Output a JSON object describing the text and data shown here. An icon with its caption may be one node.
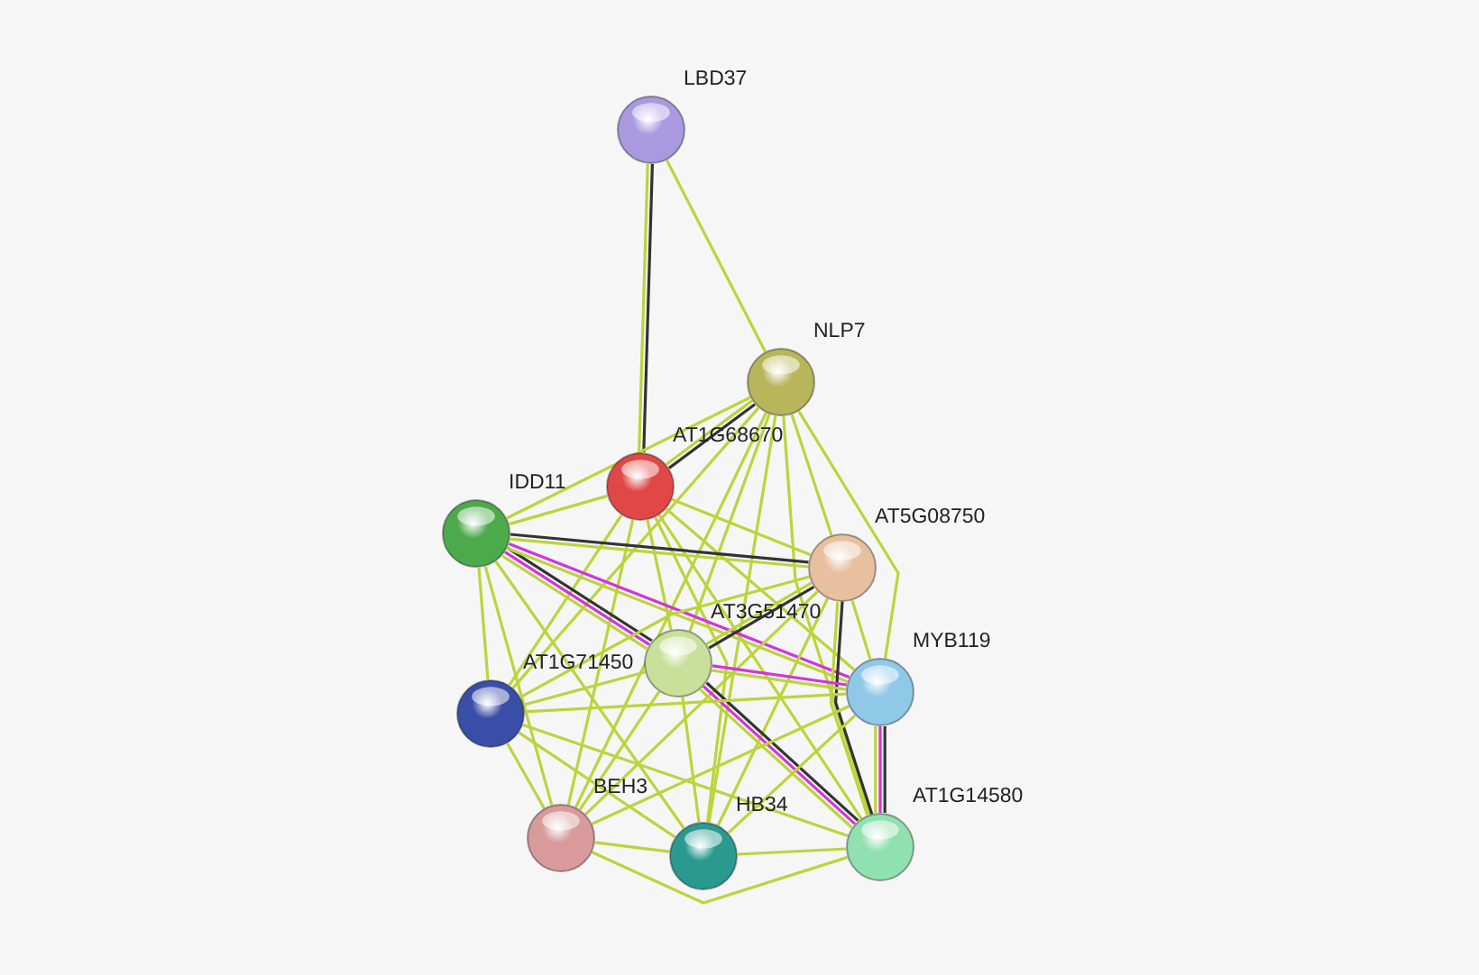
{
  "diagram": {
    "nodes": [
      {
        "text": [
          "LBD37"
        ]
      },
      {
        "text": [
          "NLP7"
        ]
      },
      {
        "text": [
          "AT1G68670"
        ]
      },
      {
        "text": [
          "IDD11"
        ]
      },
      {
        "text": [
          "AT5G08750"
        ]
      },
      {
        "text": [
          "AT3G51470"
        ]
      },
      {
        "text": [
          "MYB119"
        ]
      },
      {
        "text": [
          "AT1G71450"
        ]
      },
      {
        "text": [
          "BEH3"
        ]
      },
      {
        "text": [
          "HB34"
        ]
      },
      {
        "text": [
          "AT1G14580"
        ]
      }
    ],
    "edges": [
      {
        "from": 0,
        "to": 2,
        "arrow": "none",
        "color": "#333333"
      },
      {
        "from": 0,
        "to": 2,
        "arrow": "none"
      },
      {
        "from": 0,
        "to": 1,
        "arrow": "none"
      },
      {
        "from": 1,
        "to": 2,
        "arrow": "none",
        "color": "#333333"
      },
      {
        "from": 1,
        "to": 2,
        "arrow": "none"
      },
      {
        "from": 1,
        "to": 3,
        "arrow": "none"
      },
      {
        "from": 1,
        "to": 5,
        "arrow": "none"
      },
      {
        "from": 1,
        "to": 4,
        "arrow": "none"
      },
      {
        "from": 1,
        "to": 6,
        "arrow": "none"
      },
      {
        "from": 1,
        "to": 10,
        "arrow": "none"
      },
      {
        "from": 1,
        "to": 9,
        "arrow": "none"
      },
      {
        "from": 1,
        "to": 7,
        "arrow": "none"
      },
      {
        "from": 1,
        "to": 8,
        "arrow": "none"
      },
      {
        "from": 2,
        "to": 3,
        "arrow": "none"
      },
      {
        "from": 2,
        "to": 4,
        "arrow": "none"
      },
      {
        "from": 2,
        "to": 5,
        "arrow": "none"
      },
      {
        "from": 2,
        "to": 6,
        "arrow": "none"
      },
      {
        "from": 2,
        "to": 9,
        "arrow": "none"
      },
      {
        "from": 2,
        "to": 7,
        "arrow": "none"
      },
      {
        "from": 2,
        "to": 8,
        "arrow": "none"
      },
      {
        "from": 2,
        "to": 10,
        "arrow": "none"
      },
      {
        "from": 3,
        "to": 4,
        "arrow": "none",
        "color": "#333333"
      },
      {
        "from": 3,
        "to": 4,
        "arrow": "none"
      },
      {
        "from": 3,
        "to": 5,
        "arrow": "none",
        "color": "#333333"
      },
      {
        "from": 3,
        "to": 5,
        "arrow": "none",
        "color": "#d633d6"
      },
      {
        "from": 3,
        "to": 5,
        "arrow": "none"
      },
      {
        "from": 3,
        "to": 6,
        "arrow": "none",
        "color": "#d633d6"
      },
      {
        "from": 3,
        "to": 6,
        "arrow": "none"
      },
      {
        "from": 3,
        "to": 7,
        "arrow": "none"
      },
      {
        "from": 3,
        "to": 8,
        "arrow": "none"
      },
      {
        "from": 3,
        "to": 9,
        "arrow": "none"
      },
      {
        "from": 4,
        "to": 5,
        "arrow": "none",
        "color": "#333333"
      },
      {
        "from": 4,
        "to": 5,
        "arrow": "none"
      },
      {
        "from": 4,
        "to": 6,
        "arrow": "none"
      },
      {
        "from": 4,
        "to": 10,
        "arrow": "none",
        "color": "#333333"
      },
      {
        "from": 4,
        "to": 10,
        "arrow": "none"
      },
      {
        "from": 4,
        "to": 7,
        "arrow": "none"
      },
      {
        "from": 4,
        "to": 9,
        "arrow": "none"
      },
      {
        "from": 4,
        "to": 8,
        "arrow": "none"
      },
      {
        "from": 5,
        "to": 6,
        "arrow": "none",
        "color": "#d633d6"
      },
      {
        "from": 5,
        "to": 6,
        "arrow": "none"
      },
      {
        "from": 5,
        "to": 7,
        "arrow": "none"
      },
      {
        "from": 5,
        "to": 8,
        "arrow": "none"
      },
      {
        "from": 5,
        "to": 9,
        "arrow": "none"
      },
      {
        "from": 5,
        "to": 10,
        "arrow": "none",
        "color": "#333333"
      },
      {
        "from": 5,
        "to": 10,
        "arrow": "none",
        "color": "#d633d6"
      },
      {
        "from": 5,
        "to": 10,
        "arrow": "none"
      },
      {
        "from": 6,
        "to": 10,
        "arrow": "none",
        "color": "#333333"
      },
      {
        "from": 6,
        "to": 10,
        "arrow": "none",
        "color": "#d633d6"
      },
      {
        "from": 6,
        "to": 10,
        "arrow": "none"
      },
      {
        "from": 6,
        "to": 7,
        "arrow": "none"
      },
      {
        "from": 6,
        "to": 9,
        "arrow": "none"
      },
      {
        "from": 6,
        "to": 8,
        "arrow": "none"
      },
      {
        "from": 7,
        "to": 8,
        "arrow": "none"
      },
      {
        "from": 7,
        "to": 9,
        "arrow": "none"
      },
      {
        "from": 7,
        "to": 10,
        "arrow": "none"
      },
      {
        "from": 8,
        "to": 9,
        "arrow": "none"
      },
      {
        "from": 8,
        "to": 10,
        "arrow": "none"
      },
      {
        "from": 9,
        "to": 10,
        "arrow": "none"
      }
    ]
  }
}
